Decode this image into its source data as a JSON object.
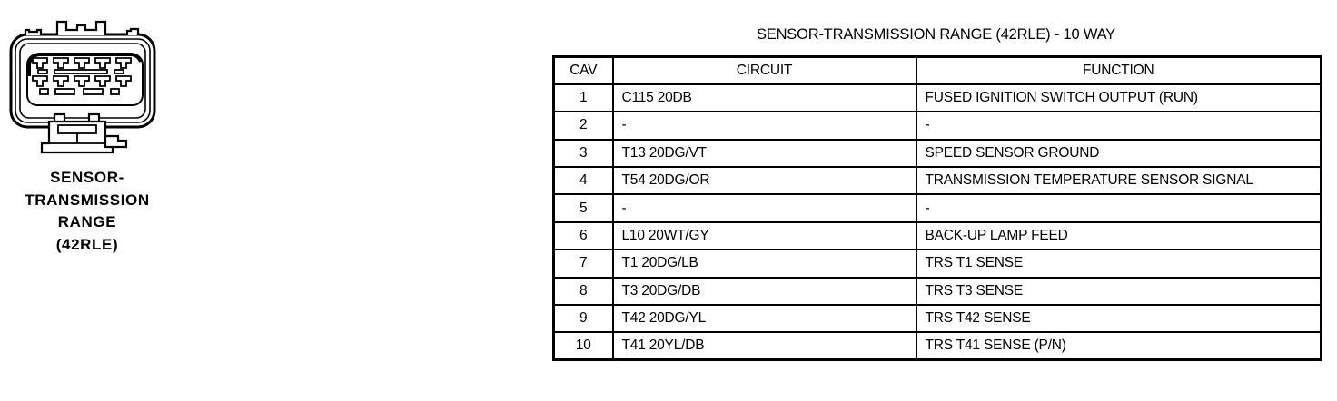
{
  "figure": {
    "label_lines": [
      "SENSOR-",
      "TRANSMISSION",
      "RANGE",
      "(42RLE)"
    ]
  },
  "table": {
    "title": "SENSOR-TRANSMISSION RANGE (42RLE) - 10 WAY",
    "columns": [
      "CAV",
      "CIRCUIT",
      "FUNCTION"
    ],
    "rows": [
      {
        "cav": "1",
        "circuit": "C115 20DB",
        "function": "FUSED IGNITION SWITCH OUTPUT (RUN)"
      },
      {
        "cav": "2",
        "circuit": "-",
        "function": "-"
      },
      {
        "cav": "3",
        "circuit": "T13 20DG/VT",
        "function": "SPEED SENSOR GROUND"
      },
      {
        "cav": "4",
        "circuit": "T54 20DG/OR",
        "function": "TRANSMISSION TEMPERATURE SENSOR SIGNAL"
      },
      {
        "cav": "5",
        "circuit": "-",
        "function": "-"
      },
      {
        "cav": "6",
        "circuit": "L10 20WT/GY",
        "function": "BACK-UP LAMP FEED"
      },
      {
        "cav": "7",
        "circuit": "T1 20DG/LB",
        "function": "TRS T1 SENSE"
      },
      {
        "cav": "8",
        "circuit": "T3 20DG/DB",
        "function": "TRS T3 SENSE"
      },
      {
        "cav": "9",
        "circuit": "T42 20DG/YL",
        "function": "TRS T42 SENSE"
      },
      {
        "cav": "10",
        "circuit": "T41 20YL/DB",
        "function": "TRS T41 SENSE (P/N)"
      }
    ]
  },
  "colors": {
    "ink": "#000000",
    "paper": "#ffffff"
  }
}
